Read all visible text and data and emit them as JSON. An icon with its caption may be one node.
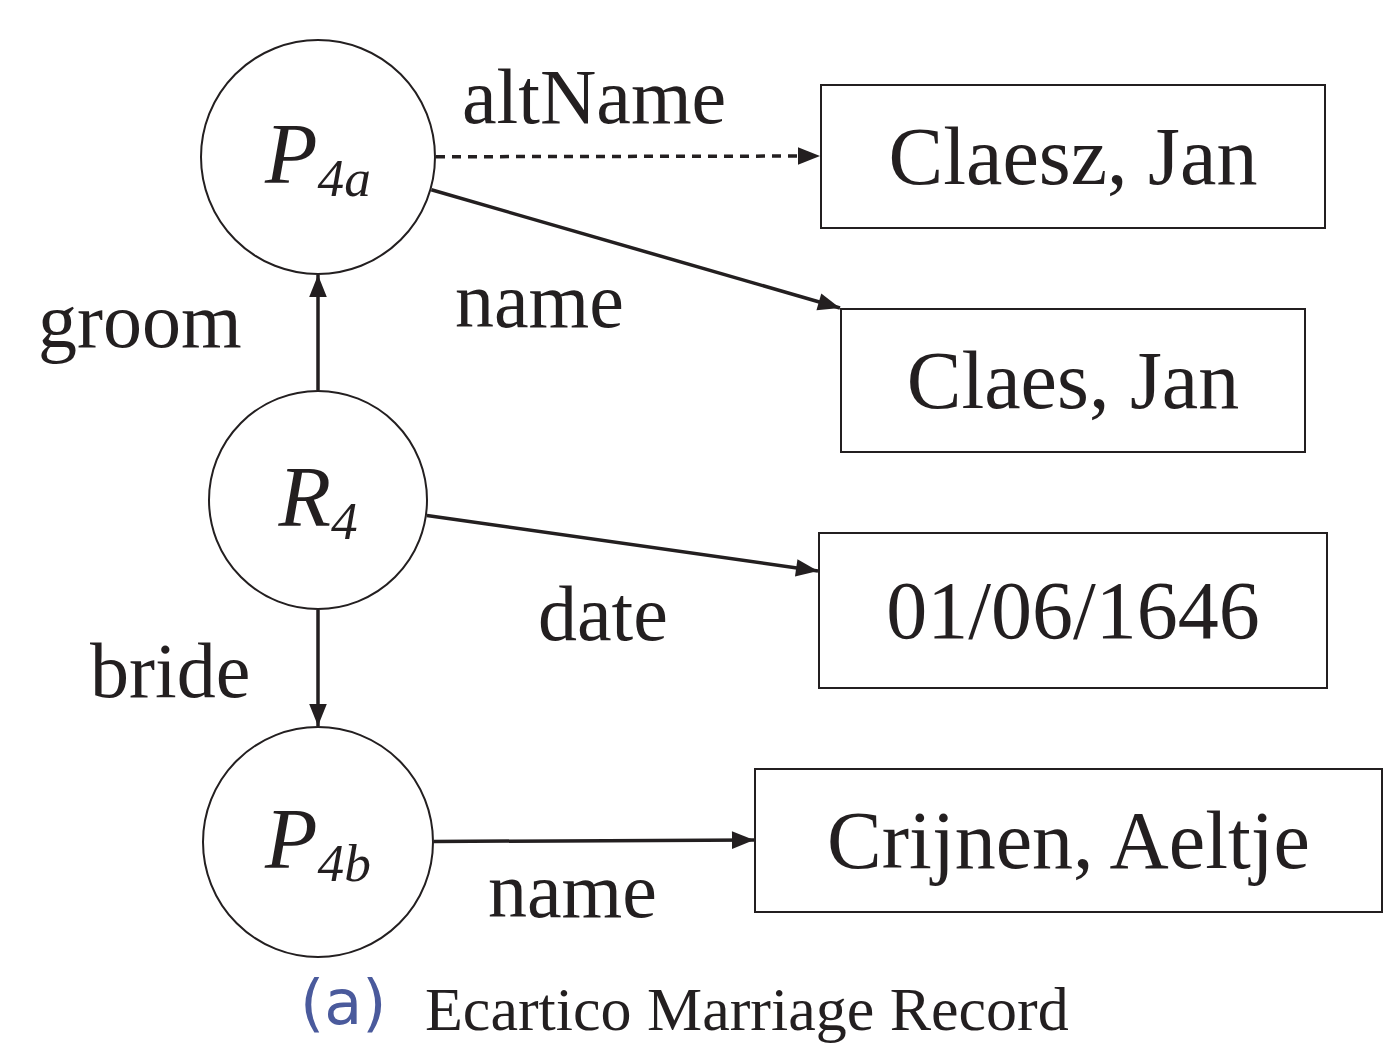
{
  "diagram": {
    "caption": "Ecartico Marriage Record",
    "nodes": [
      {
        "text": [
          "P$_{4a}$"
        ]
      },
      {
        "text": [
          "Claesz, Jan"
        ]
      },
      {
        "text": [
          "Claes, Jan"
        ]
      },
      {
        "text": [
          "R$_{4}$"
        ]
      },
      {
        "text": [
          "01/06/1646"
        ]
      },
      {
        "text": [
          "P$_{4b}$"
        ]
      },
      {
        "text": [
          "Crijnen, Aeltje"
        ]
      }
    ],
    "edges": [
      {
        "from": 0,
        "to": 1,
        "arrow": "to",
        "label": "altName",
        "style": "dashed"
      },
      {
        "from": 0,
        "to": 2,
        "arrow": "to",
        "label": "name"
      },
      {
        "from": 3,
        "to": 0,
        "arrow": "to",
        "label": "groom"
      },
      {
        "from": 3,
        "to": 4,
        "arrow": "to",
        "label": "date"
      },
      {
        "from": 3,
        "to": 5,
        "arrow": "to",
        "label": "bride"
      },
      {
        "from": 5,
        "to": 6,
        "arrow": "to",
        "label": "name"
      }
    ],
    "labels": [
      "(a)"
    ]
  }
}
